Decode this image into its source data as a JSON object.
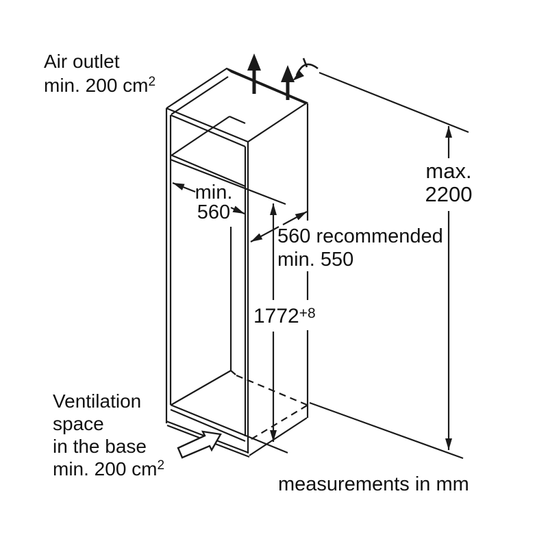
{
  "colors": {
    "background": "#ffffff",
    "line": "#1a1a1a",
    "text": "#111111"
  },
  "labels": {
    "air_outlet": {
      "line1": "Air outlet",
      "line2": "min. 200 cm",
      "line2_sup": "2"
    },
    "ventilation": {
      "line1": "Ventilation",
      "line2": "space",
      "line3": "in the base",
      "line4": "min. 200 cm",
      "line4_sup": "2"
    },
    "footer": "measurements in mm"
  },
  "dimensions": {
    "max_height": {
      "line1": "max.",
      "line2": "2200"
    },
    "niche_width": {
      "line1": "min.",
      "line2": "560"
    },
    "depth": {
      "line1": "560 recommended",
      "line2": "min. 550"
    },
    "niche_height": {
      "value": "1772",
      "tolerance": "+8"
    }
  },
  "icons": {
    "top_airflow": "up-arrows",
    "air_deflect": "curved-arrow",
    "base_intake": "hollow-block-arrow"
  }
}
